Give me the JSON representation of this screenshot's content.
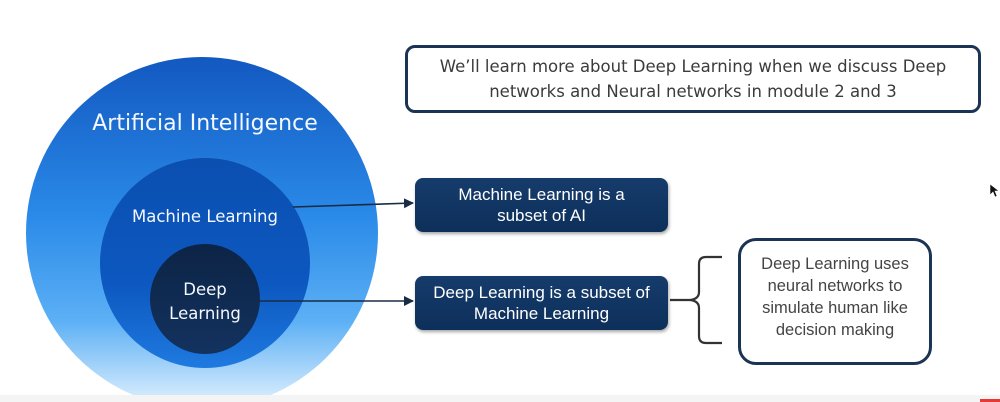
{
  "diagram": {
    "circles": {
      "artificial_intelligence": "Artificial Intelligence",
      "machine_learning": "Machine Learning",
      "deep_learning_line1": "Deep",
      "deep_learning_line2": "Learning"
    },
    "boxes": {
      "ml_subset": "Machine Learning is a subset of AI",
      "dl_subset": "Deep Learning is a subset of Machine Learning",
      "top_note": "We’ll learn more about Deep Learning when we discuss Deep networks and Neural networks in module 2 and 3",
      "dl_note": "Deep Learning uses neural networks to simulate human like decision making"
    },
    "colors": {
      "outer_circle_top": "#1565c8",
      "outer_circle_bottom": "#d8ecfd",
      "middle_circle": "#0d56b8",
      "inner_circle": "#0e2a52",
      "dark_box": "#123863",
      "outline": "#1c3454",
      "accent_red": "#e53935"
    }
  }
}
